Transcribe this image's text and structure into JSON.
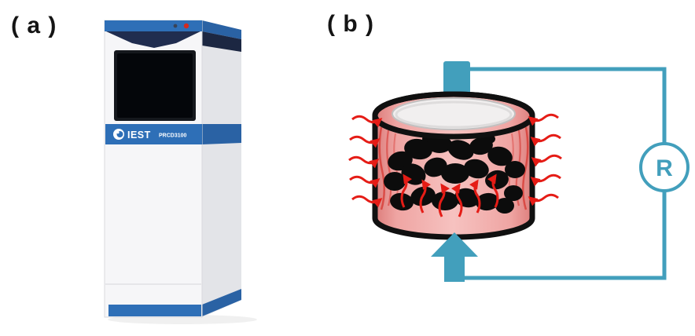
{
  "panels": {
    "a": {
      "label": "( a )"
    },
    "b": {
      "label": "( b )"
    }
  },
  "instrument": {
    "brand": "IEST",
    "model": "PRCD3100"
  },
  "schematic": {
    "resistance_label": "R"
  },
  "colors": {
    "teal": "#429fbc",
    "arrow_red": "#e51c16",
    "machine_blue": "#2e6fb7",
    "console_navy": "#202d4f",
    "cylinder_pink": "#f3b5b3"
  }
}
